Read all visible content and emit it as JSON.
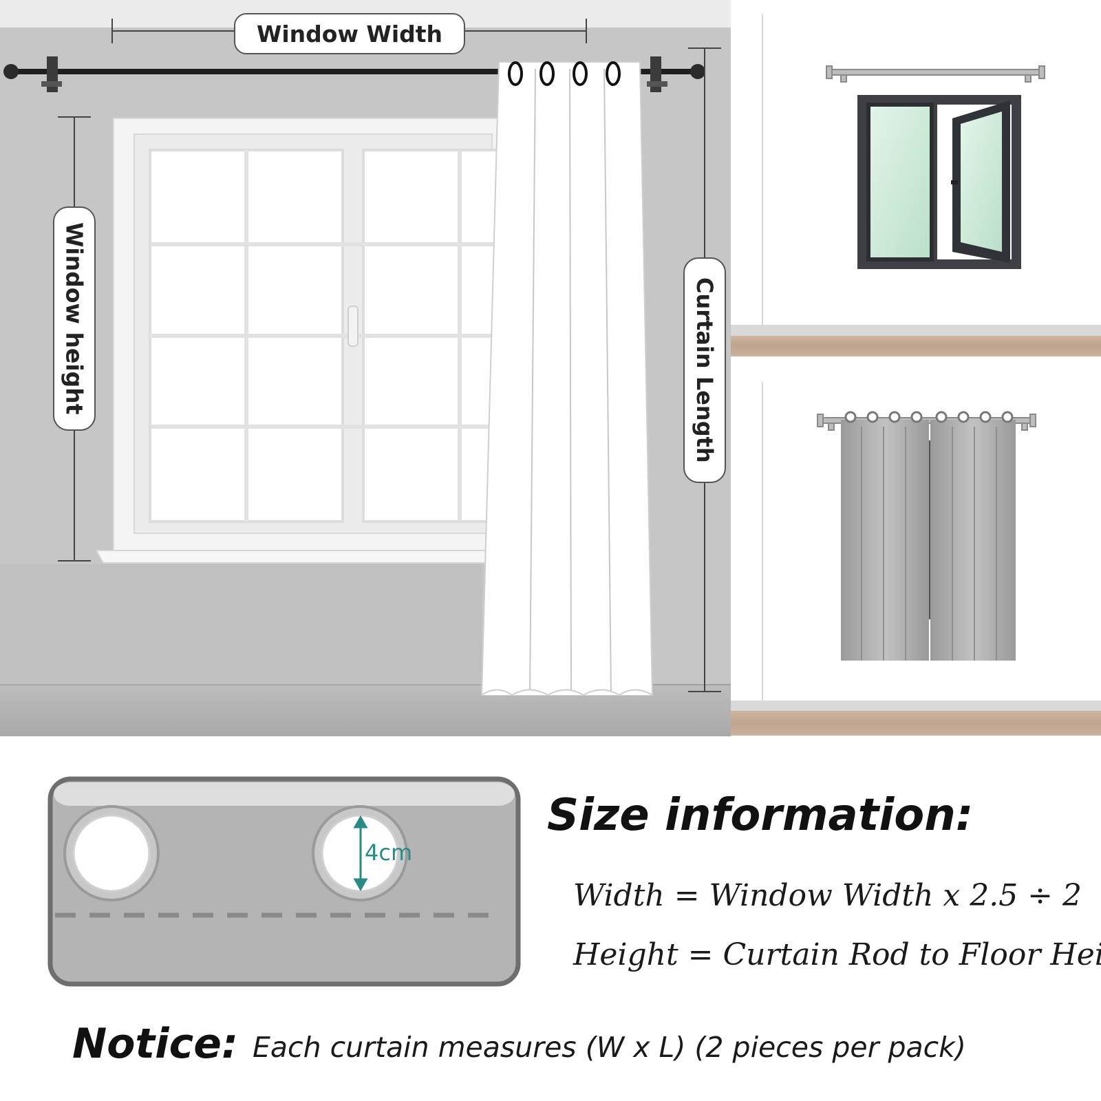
{
  "labels": {
    "window_width": "Window Width",
    "window_height": "Window height",
    "curtain_length": "Curtain Length"
  },
  "grommet": {
    "diameter": "4cm"
  },
  "size_info": {
    "title": "Size information:",
    "width_formula": "Width = Window Width x 2.5 ÷ 2",
    "height_formula": "Height = Curtain Rod to Floor Height"
  },
  "notice": {
    "title": "Notice:",
    "text": "Each curtain measures (W x L) (2 pieces per pack)"
  },
  "colors": {
    "wall": "#c4c4c4",
    "floor": "#b5b5b5",
    "curtain_white": "#ffffff",
    "curtain_grey": "#a9a9a9",
    "wood_floor": "#c4ab96",
    "window_frame": "#4a4d52",
    "glass": "#c9e8d6",
    "measure_accent": "#2a8a86"
  },
  "icons": [
    "curtain-rod-icon",
    "window-icon",
    "curtain-icon",
    "grommet-icon",
    "arrow-icon"
  ]
}
